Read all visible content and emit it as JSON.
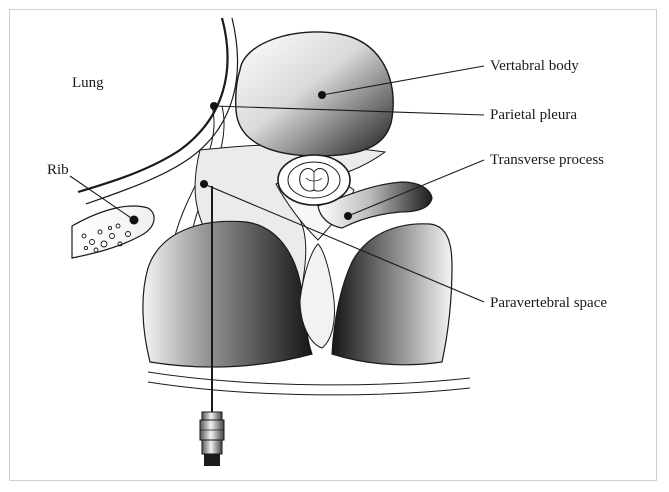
{
  "labels": {
    "lung": "Lung",
    "rib": "Rib",
    "vertebral_body": "Vertabral body",
    "parietal_pleura": "Parietal pleura",
    "transverse_process": "Transverse process",
    "paravertebral_space": "Paravertebral space"
  },
  "colors": {
    "outline": "#1a1a1a",
    "muscle_dark": "#1e1e1e",
    "muscle_light": "#f2f2f2",
    "tissue_fill": "#ebebeb",
    "bone_fill": "#ffffff"
  }
}
